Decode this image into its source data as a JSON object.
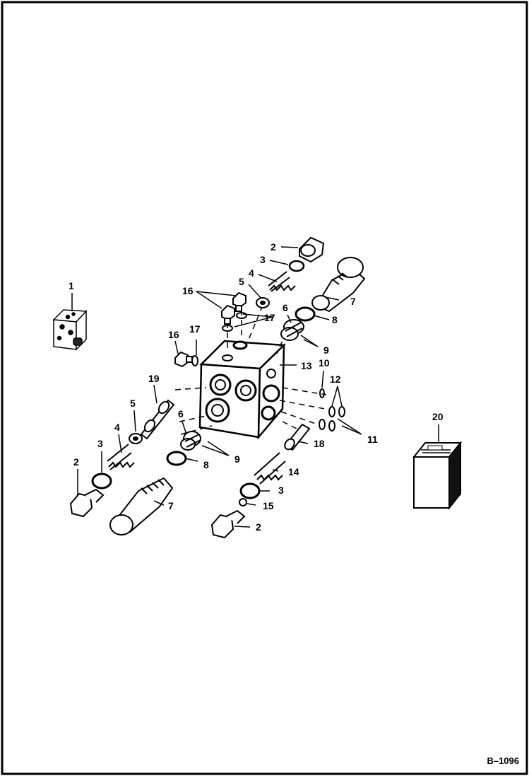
{
  "figure": {
    "reference": "B–1096",
    "callouts": [
      "1",
      "2",
      "3",
      "4",
      "5",
      "6",
      "7",
      "8",
      "9",
      "10",
      "11",
      "12",
      "13",
      "14",
      "15",
      "16",
      "17",
      "18",
      "19",
      "20"
    ]
  },
  "parts": [
    {
      "callout": "1",
      "name": "complete-valve-assembly"
    },
    {
      "callout": "2",
      "name": "plug"
    },
    {
      "callout": "3",
      "name": "o-ring"
    },
    {
      "callout": "4",
      "name": "spring"
    },
    {
      "callout": "5",
      "name": "washer"
    },
    {
      "callout": "6",
      "name": "poppet"
    },
    {
      "callout": "7",
      "name": "relief-cartridge"
    },
    {
      "callout": "8",
      "name": "o-ring"
    },
    {
      "callout": "9",
      "name": "backup-rings"
    },
    {
      "callout": "10",
      "name": "o-ring"
    },
    {
      "callout": "11",
      "name": "o-rings"
    },
    {
      "callout": "12",
      "name": "o-rings"
    },
    {
      "callout": "13",
      "name": "valve-body"
    },
    {
      "callout": "14",
      "name": "spring"
    },
    {
      "callout": "15",
      "name": "ball"
    },
    {
      "callout": "16",
      "name": "plug"
    },
    {
      "callout": "17",
      "name": "o-ring"
    },
    {
      "callout": "18",
      "name": "spool"
    },
    {
      "callout": "19",
      "name": "spool"
    },
    {
      "callout": "20",
      "name": "seal-kit"
    }
  ]
}
